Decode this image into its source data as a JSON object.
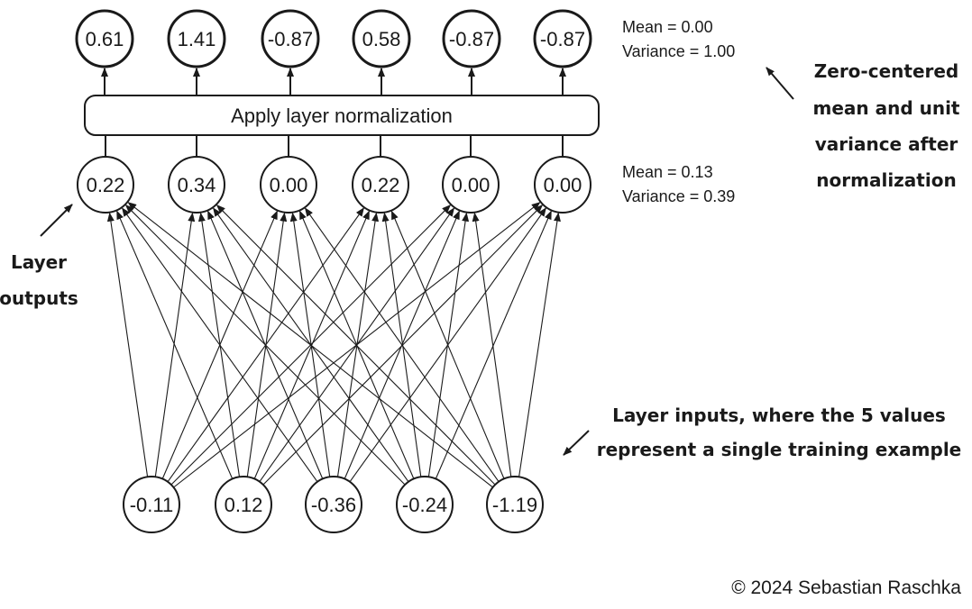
{
  "layer_inputs": [
    "-0.11",
    "0.12",
    "-0.36",
    "-0.24",
    "-1.19"
  ],
  "layer_outputs": [
    "0.22",
    "0.34",
    "0.00",
    "0.22",
    "0.00",
    "0.00"
  ],
  "normalized_outputs": [
    "0.61",
    "1.41",
    "-0.87",
    "0.58",
    "-0.87",
    "-0.87"
  ],
  "norm_bar_label": "Apply layer normalization",
  "stats_before": {
    "mean": "Mean = 0.13",
    "variance": "Variance = 0.39"
  },
  "stats_after": {
    "mean": "Mean = 0.00",
    "variance": "Variance = 1.00"
  },
  "annotations": {
    "zero_centered": [
      "Zero-centered",
      "mean and unit",
      "variance after",
      "normalization"
    ],
    "layer_outputs": [
      "Layer",
      "outputs"
    ],
    "layer_inputs": [
      "Layer inputs, where the 5 values",
      "represent a single training example"
    ]
  },
  "copyright": "© 2024 Sebastian Raschka"
}
